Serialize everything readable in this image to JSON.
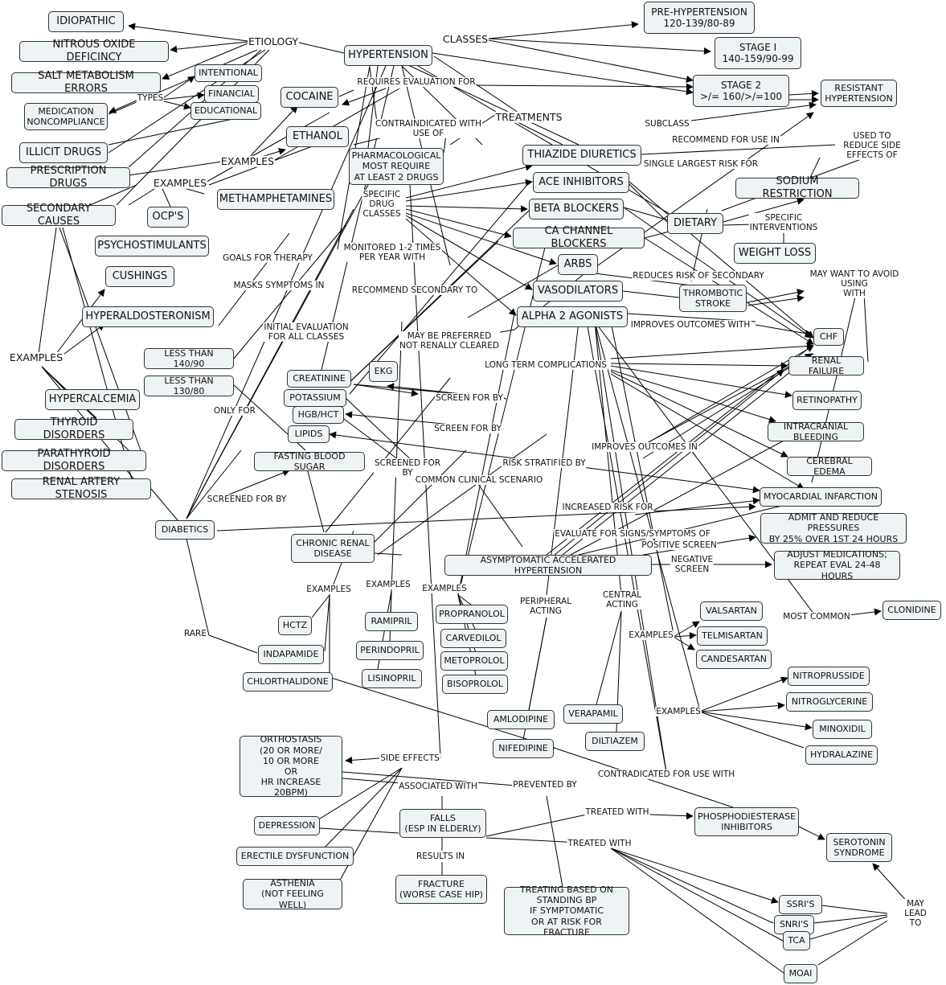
{
  "nodes": {
    "hypertension": "HYPERTENSION",
    "pre_htn": "PRE-HYPERTENSION\n120-139/80-89",
    "stage1": "STAGE I\n140-159/90-99",
    "stage2": "STAGE 2\n>/= 160/>/=100",
    "resistant": "RESISTANT\nHYPERTENSION",
    "idiopathic": "IDIOPATHIC",
    "nitrous": "NITROUS OXIDE DEFICINCY",
    "salt": "SALT METABOLISM ERRORS",
    "med_noncompliance": "MEDICATION\nNONCOMPLIANCE",
    "intentional": "INTENTIONAL",
    "financial": "FINANCIAL",
    "educational": "EDUCATIONAL",
    "cocaine": "COCAINE",
    "ethanol": "ETHANOL",
    "illicit": "ILLICIT DRUGS",
    "prescription": "PRESCRIPTION DRUGS",
    "secondary": "SECONDARY CAUSES",
    "ocps": "OCP'S",
    "meth": "METHAMPHETAMINES",
    "psychostim": "PSYCHOSTIMULANTS",
    "pharm": "PHARMACOLOGICAL\nMOST REQUIRE\nAT LEAST 2 DRUGS",
    "thiazide": "THIAZIDE DIURETICS",
    "ace": "ACE INHIBITORS",
    "beta": "BETA BLOCKERS",
    "ccb": "CA CHANNEL BLOCKERS",
    "arbs": "ARBS",
    "vasodilators": "VASODILATORS",
    "alpha2": "ALPHA 2 AGONISTS",
    "sodium": "SODIUM RESTRICTION",
    "dietary": "DIETARY",
    "weight_loss": "WEIGHT LOSS",
    "thrombotic": "THROMBOTIC\nSTROKE",
    "chf": "CHF",
    "renal_failure": "RENAL FAILURE",
    "retinopathy": "RETINOPATHY",
    "ich": "INTRACRANIAL BLEEDING",
    "cerebral_edema": "CEREBRAL EDEMA",
    "mi": "MYOCARDIAL INFARCTION",
    "admit": "ADMIT AND REDUCE PRESSURES\nBY 25% OVER 1ST 24 HOURS",
    "adjust": "ADJUST MEDICATIONS;\nREPEAT EVAL 24-48 HOURS",
    "clonidine": "CLONIDINE",
    "cushings": "CUSHINGS",
    "hyperaldo": "HYPERALDOSTERONISM",
    "hypercalcemia": "HYPERCALCEMIA",
    "thyroid": "THYROID DISORDERS",
    "parathyroid": "PARATHYROID DISORDERS",
    "ras": "RENAL ARTERY STENOSIS",
    "lt140": "LESS THAN 140/90",
    "lt130": "LESS THAN 130/80",
    "creatinine": "CREATININE",
    "potassium": "POTASSIUM",
    "hgb": "HGB/HCT",
    "lipids": "LIPIDS",
    "ekg": "EKG",
    "fbs": "FASTING BLOOD SUGAR",
    "diabetics": "DIABETICS",
    "ckd": "CHRONIC RENAL\nDISEASE",
    "asymp": "ASYMPTOMATIC ACCELERATED HYPERTENSION",
    "hctz": "HCTZ",
    "indapamide": "INDAPAMIDE",
    "chlorthalidone": "CHLORTHALIDONE",
    "ramipril": "RAMIPRIL",
    "perindopril": "PERINDOPRIL",
    "lisinopril": "LISINOPRIL",
    "propranolol": "PROPRANOLOL",
    "carvedilol": "CARVEDILOL",
    "metoprolol": "METOPROLOL",
    "bisoprolol": "BISOPROLOL",
    "valsartan": "VALSARTAN",
    "telmisartan": "TELMISARTAN",
    "candesartan": "CANDESARTAN",
    "amlodipine": "AMLODIPINE",
    "nifedipine": "NIFEDIPINE",
    "verapamil": "VERAPAMIL",
    "diltiazem": "DILTIAZEM",
    "nitroprusside": "NITROPRUSSIDE",
    "nitroglycerine": "NITROGLYCERINE",
    "minoxidil": "MINOXIDIL",
    "hydralazine": "HYDRALAZINE",
    "orthostasis": "ORTHOSTASIS\n(20 OR MORE/\n10 OR MORE\nOR\nHR INCREASE 20BPM)",
    "depression": "DEPRESSION",
    "ed": "ERECTILE DYSFUNCTION",
    "asthenia": "ASTHENIA\n(NOT FEELING WELL)",
    "falls": "FALLS\n(ESP IN ELDERLY)",
    "fracture": "FRACTURE\n(WORSE CASE HIP)",
    "treating": "TREATING BASED ON\nSTANDING BP\nIF SYMPTOMATIC\nOR AT RISK FOR FRACTURE",
    "pde": "PHOSPHODIESTERASE\nINHIBITORS",
    "serotonin": "SEROTONIN\nSYNDROME",
    "ssri": "SSRI'S",
    "snri": "SNRI'S",
    "tca": "TCA",
    "maoi": "MOAI"
  },
  "labels": {
    "etiology": "ETIOLOGY",
    "classes": "CLASSES",
    "types": "TYPES",
    "requires_eval": "REQUIRES EVALUATION FOR",
    "contraindicated": "CONTRAINDICATED WITH\nUSE OF",
    "treatments": "TREATMENTS",
    "subclass": "SUBCLASS",
    "recommend_for": "RECOMMEND FOR USE IN",
    "used_to_reduce": "USED TO REDUCE SIDE\nEFFECTS OF",
    "single_largest": "SINGLE LARGEST RISK FOR",
    "examples_a": "EXAMPLES",
    "examples_b": "EXAMPLES",
    "specific_drug": "SPECIFIC\nDRUG\nCLASSES",
    "specific_int": "SPECIFIC\nINTERVENTIONS",
    "goals": "GOALS FOR THERAPY",
    "monitored": "MONITORED 1-2 TIMES\nPER YEAR WITH",
    "masks": "MASKS SYMPTOMS IN",
    "recommend_secondary": "RECOMMEND SECONDARY TO",
    "reduces_risk": "REDUCES RISK OF SECONDARY",
    "may_want": "MAY WANT TO AVOID USING\nWITH",
    "examples_left": "EXAMPLES",
    "initial_eval": "INITIAL EVALUATION\nFOR ALL CLASSES",
    "may_be_preferred": "MAY BE PREFERRED\nNOT RENALLY CLEARED",
    "improves_outcomes": "IMPROVES OUTCOMES WITH",
    "long_term": "LONG TERM COMPLICATIONS",
    "screen_for_by1": "SCREEN FOR BY",
    "screen_for_by2": "SCREEN FOR BY",
    "only_for": "ONLY FOR",
    "improves_outcomes_in": "IMPROVES OUTCOMES IN",
    "risk_stratified": "RISK STRATIFIED BY",
    "screened_for_by": "SCREENED FOR\nBY",
    "common_scenario": "COMMON CLINICAL SCENARIO",
    "screened_for_by2": "SCREENED FOR BY",
    "increased_risk": "INCREASED RISK FOR",
    "evaluate_for": "EVALUATE FOR SIGNS/SYMPTOMS OF",
    "positive_screen": "POSITIVE SCREEN",
    "negative_screen": "NEGATIVE\nSCREEN",
    "examples_c": "EXAMPLES",
    "examples_d": "EXAMPLES",
    "examples_e": "EXAMPLES",
    "peripheral": "PERIPHERAL\nACTING",
    "central": "CENTRAL\nACTING",
    "most_common": "MOST COMMON",
    "examples_f": "EXAMPLES",
    "examples_g": "EXAMPLES",
    "rare": "RARE",
    "side_effects": "SIDE EFFECTS",
    "associated_with": "ASSOCIATED WITH",
    "prevented_by": "PREVENTED BY",
    "contradicated": "CONTRADICATED FOR USE WITH",
    "treated_with1": "TREATED WITH",
    "treated_with2": "TREATED WITH",
    "results_in": "RESULTS IN",
    "may_lead_to": "MAY LEAD TO"
  }
}
